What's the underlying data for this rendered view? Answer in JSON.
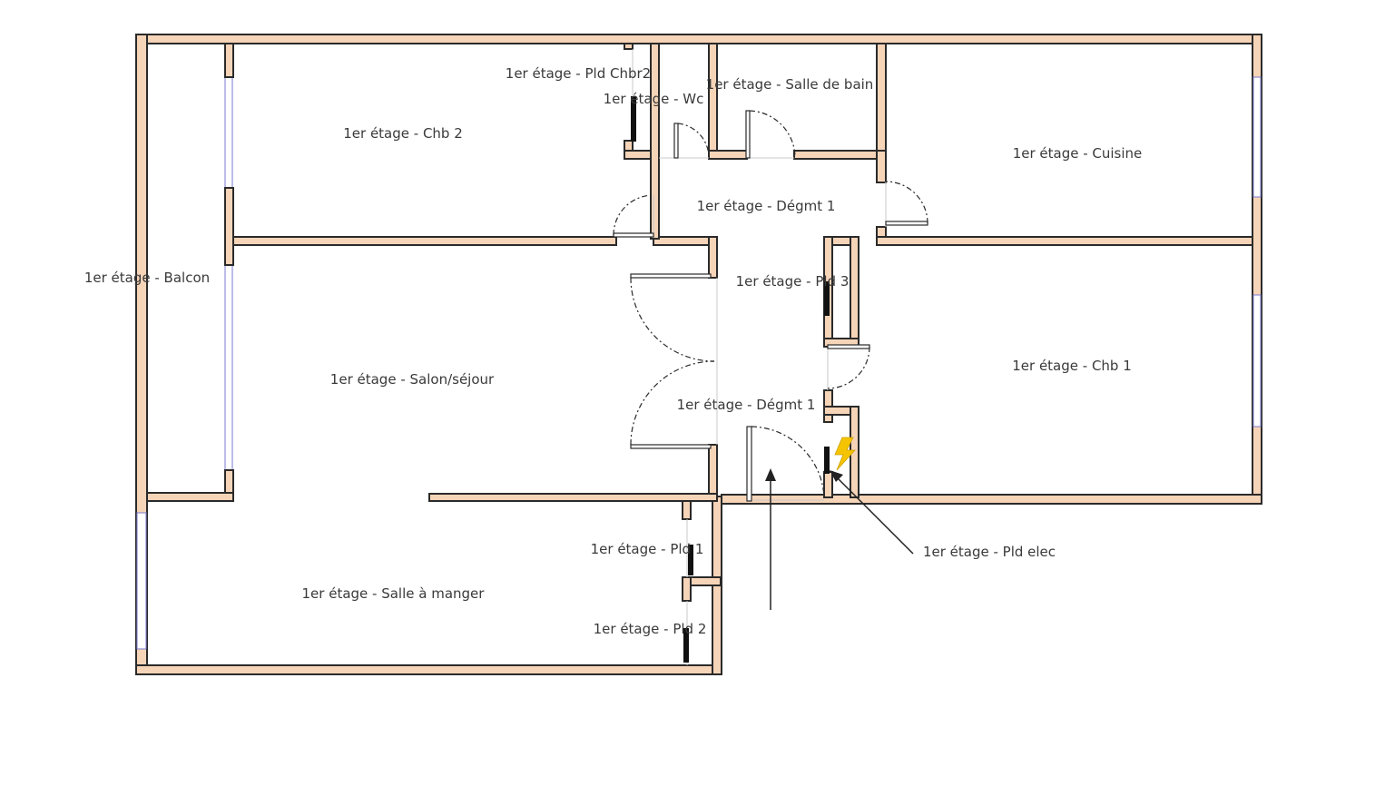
{
  "floor_plan": {
    "rooms": {
      "chb2": "1er étage - Chb 2",
      "pld_chbr2": "1er étage - Pld Chbr2",
      "wc": "1er étage - Wc",
      "salle_de_bain": "1er étage - Salle de bain",
      "cuisine": "1er étage - Cuisine",
      "degmt1_top": "1er étage - Dégmt 1",
      "balcon": "1er étage - Balcon",
      "pld3": "1er étage - Pld 3",
      "salon": "1er étage - Salon/séjour",
      "chb1": "1er étage - Chb 1",
      "degmt1_bottom": "1er étage - Dégmt 1",
      "pld1": "1er étage - Pld 1",
      "salle_a_manger": "1er étage - Salle à manger",
      "pld2": "1er étage - Pld 2",
      "pld_elec": "1er étage - Pld elec"
    },
    "colors": {
      "wall_fill": "#f6d4b8",
      "wall_outline": "#2a2a2a",
      "window": "#7a7ad0",
      "electric_icon": "#f5c400"
    },
    "icons": [
      "entrance-arrow-icon",
      "lightning-bolt-icon"
    ]
  }
}
